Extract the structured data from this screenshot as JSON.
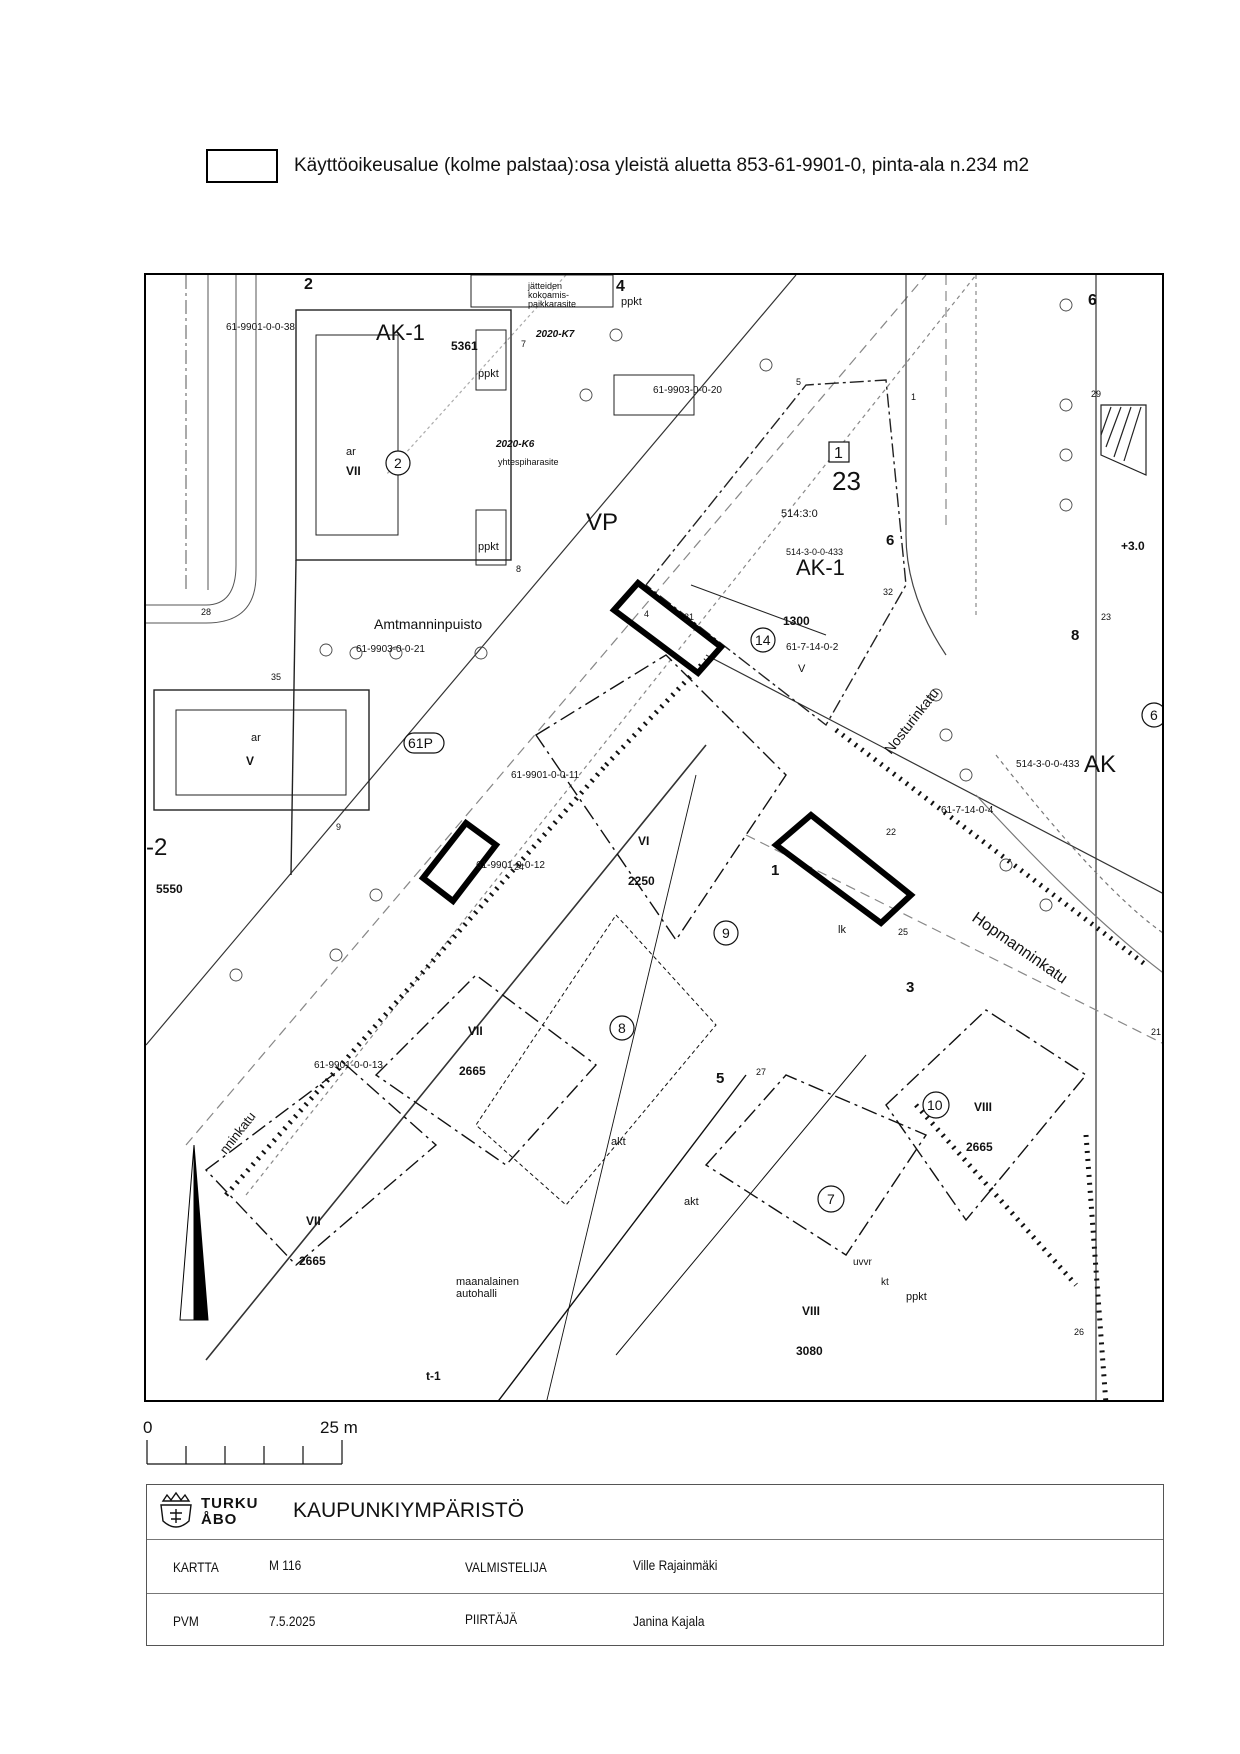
{
  "legend": {
    "text": "Käyttöoikeusalue (kolme palstaa):osa yleistä aluetta 853-61-9901-0, pinta-ala n.234 m2"
  },
  "map": {
    "labels": {
      "ak1_top": "AK-1",
      "ak1_mid": "AK-1",
      "ak_right": "AK",
      "vp": "VP",
      "block_23": "23",
      "block_1_box": "1",
      "lot_5361": "5361",
      "lot_1300": "1300",
      "lot_2250": "2250",
      "lot_2665_a": "2665",
      "lot_2665_b": "2665",
      "lot_2665_c": "2665",
      "lot_3080": "3080",
      "lot_5550": "5550",
      "floors_vii_a": "VII",
      "floors_vii_b": "VII",
      "floors_vii_c": "VII",
      "floors_v_a": "V",
      "floors_v_b": "V",
      "floors_vi": "VI",
      "floors_viii_a": "VIII",
      "floors_viii_b": "VIII",
      "ar_a": "ar",
      "ar_b": "ar",
      "ppkt_a": "ppkt",
      "ppkt_b": "ppkt",
      "ppkt_c": "ppkt",
      "ppkt_d": "ppkt",
      "akt_a": "akt",
      "akt_b": "akt",
      "kt": "kt",
      "uvvr": "uvvr",
      "lk": "lk",
      "p61": "61P",
      "park": "Amtmanninpuisto",
      "street_nostur": "Nosturinkatu",
      "street_hopmann": "Hopmanninkatu",
      "street_left": "nninkatu",
      "hall1": "maanalainen",
      "hall2": "autohalli",
      "jatteiden1": "jätteiden",
      "jatteiden2": "kokoamis-",
      "jatteiden3": "paikkarasite",
      "rasite_k7": "2020-K7",
      "rasite_k6": "2020-K6",
      "yhtespiha": "yhtespiharasite",
      "plus3": "+3.0",
      "id_38": "61-9901-0-0-38",
      "id_20": "61-9903-0-0-20",
      "id_21": "61-9903-0-0-21",
      "id_11": "61-9901-0-0-11",
      "id_12": "61-9901-0-0-12",
      "id_13": "61-9901-0-0-13",
      "id_433a": "514-3-0-0-433",
      "id_433b": "514-3-0-0-433",
      "id_1402": "61-7-14-0-2",
      "id_1404": "61-7-14-0-4",
      "id_5143": "514:3:0",
      "c2": "2",
      "c14": "14",
      "c6": "6",
      "c9": "9",
      "c8": "8",
      "c10": "10",
      "c7": "7",
      "edge_2_left": "-2",
      "edge_2_top": "2",
      "edge_4_top": "4",
      "edge_6_top": "6",
      "edge_6_mid": "6",
      "edge_8": "8",
      "edge_1_line": "1",
      "edge_3": "3",
      "edge_5": "5",
      "t1": "t-1",
      "n28": "28",
      "n35": "35",
      "n9": "9",
      "n8": "8",
      "n1": "1",
      "n4": "4",
      "n31": "31",
      "n32": "32",
      "n22": "22",
      "n25": "25",
      "n27": "27",
      "n23": "23",
      "n29": "29",
      "n26": "26",
      "n21": "21",
      "n5": "5",
      "n7": "7",
      "n24": "24"
    }
  },
  "scale": {
    "zero": "0",
    "max": "25 m"
  },
  "titleblock": {
    "logo_line1": "TURKU",
    "logo_line2": "ÅBO",
    "department": "KAUPUNKIYMPÄRISTÖ",
    "kartta_label": "KARTTA",
    "kartta_value": "M 116",
    "valmistelija_label": "VALMISTELIJA",
    "valmistelija_value": "Ville Rajainmäki",
    "pvm_label": "PVM",
    "pvm_value": "7.5.2025",
    "piirtaja_label": "PIIRTÄJÄ",
    "piirtaja_value": "Janina Kajala"
  }
}
